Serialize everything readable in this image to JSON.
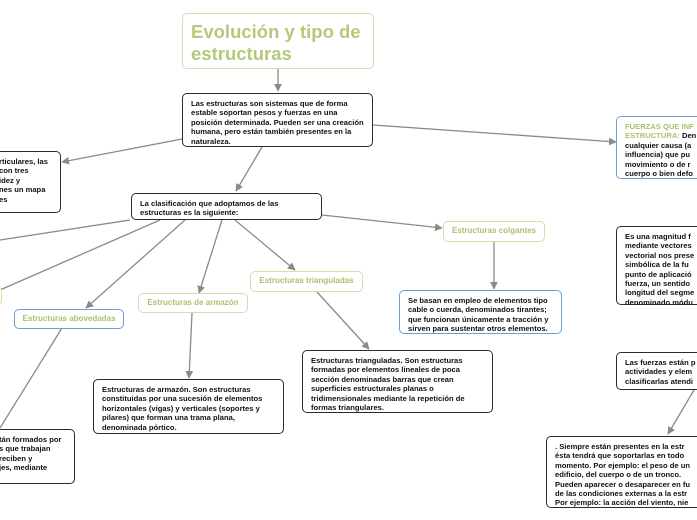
{
  "title": "Evolución y tipo de estructuras",
  "nodes": {
    "definicion": "Las estructuras son sistemas que de forma estable soportan pesos y fuerzas en una posición determinada. Pueden ser una creación humana, pero están también presentes en la naturaleza.",
    "clasificacion": "La clasificación que adoptamos de las estructuras es la siguiente:",
    "left_partial": "rticulares, las\n con tres\nidez y\nnes un mapa\nes",
    "colgantes_label": "Estructuras colgantes",
    "colgantes_desc": "Se basan en empleo de elementos tipo cable o cuerda, denominados tirantes; que funcionan únicamente a tracción y sirven para sustentar otros elementos.",
    "trianguladas_label": "Estructuras trianguladas",
    "trianguladas_desc": "Estructuras trianguladas. Son estructuras formadas por elementos lineales de poca sección denominadas barras que crean superficies estructurales planas o tridimensionales mediante la repetición de formas triangulares.",
    "armazon_label": "Estructuras de armazón",
    "armazon_desc": "Estructuras de armazón. Son estructuras constituidas por una sucesión de elementos horizontales (vigas) y verticales (soportes y pilares) que forman una trama plana, denominada pórtico.",
    "abovedadas_label": "Estructuras abovedadas",
    "abovedadas_desc_partial": "tán formados por\ns que trabajan\nreciben y\njes, mediante",
    "fuerzas_label": "FUERZAS QUE INF",
    "fuerzas_label2": "ESTRUCTURA:",
    "fuerzas_rest1": " Den",
    "fuerzas_text": "cualquier causa (a\ninfluencia) que pu\nmovimiento o de r\ncuerpo o bien defo",
    "magnitud_partial": "Es una magnitud f\nmediante vectores\nvectorial nos prese\nsimbólica de la fu\npunto de aplicació\nfuerza, un sentido\nlongitud del segme\ndenominado módu",
    "actividades_partial": "Las fuerzas están p\nactividades y elem\nclasificarlas atendi",
    "presentes_partial": ". Siempre están presentes en la estr\nésta tendrá que soportarlas en todo\nmomento. Por ejemplo: el peso de un\nedificio, del cuerpo o de un tronco.\nPueden aparecer o desaparecer en fu\nde las condiciones externas a la estr\nPor ejemplo: la acción del viento, nie"
  }
}
